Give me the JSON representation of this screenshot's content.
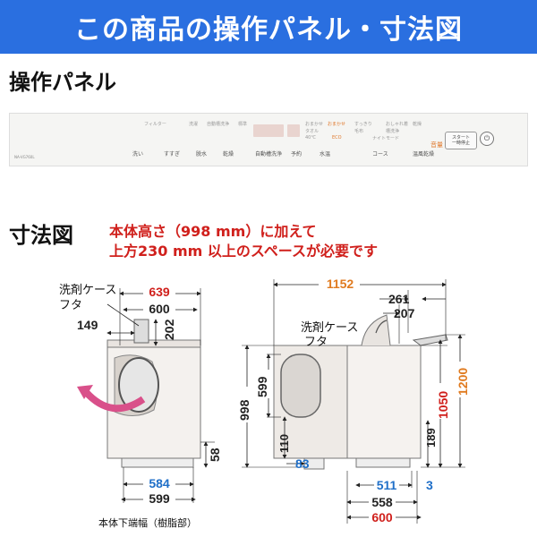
{
  "banner": {
    "title": "この商品の操作パネル・寸法図",
    "color": "#2a6fe0"
  },
  "panel_section": {
    "title": "操作パネル",
    "model": "NA-VG760L",
    "buttons": [
      "洗い",
      "すすぎ",
      "脱水",
      "乾燥",
      "自動槽洗浄",
      "予約",
      "水温",
      "コース",
      "温風乾燥",
      "音量"
    ],
    "start_label": "スタート",
    "pause_label": "一時停止",
    "power_symbol": "⏻"
  },
  "dimension_section": {
    "title": "寸法図",
    "notice_line1": "本体高さ（998 mm）に加えて",
    "notice_line2": "上方230 mm 以上のスペースが必要です",
    "notice_color": "#d0201c"
  },
  "front_view": {
    "label_detergent_case": "洗剤ケース",
    "label_lid": "フタ",
    "w_639": "639",
    "w_600": "600",
    "d_149": "149",
    "h_202": "202",
    "h_58": "58",
    "w_584": "584",
    "w_599": "599",
    "footnote": "本体下端幅（樹脂部）"
  },
  "side_view": {
    "label_detergent_case": "洗剤ケース",
    "label_lid": "フタ",
    "w_1152": "1152",
    "w_261": "261",
    "w_207": "207",
    "h_599": "599",
    "h_998": "998",
    "h_1050": "1050",
    "h_1200": "1200",
    "h_189": "189",
    "h_110": "110",
    "h_83": "83",
    "w_511": "511",
    "w_3": "3",
    "w_558": "558",
    "w_600": "600"
  },
  "colors": {
    "red_dim": "#d0201c",
    "orange_dim": "#e07b20",
    "blue_dim": "#1f6fc8",
    "arrow_pink": "#d9508a"
  }
}
